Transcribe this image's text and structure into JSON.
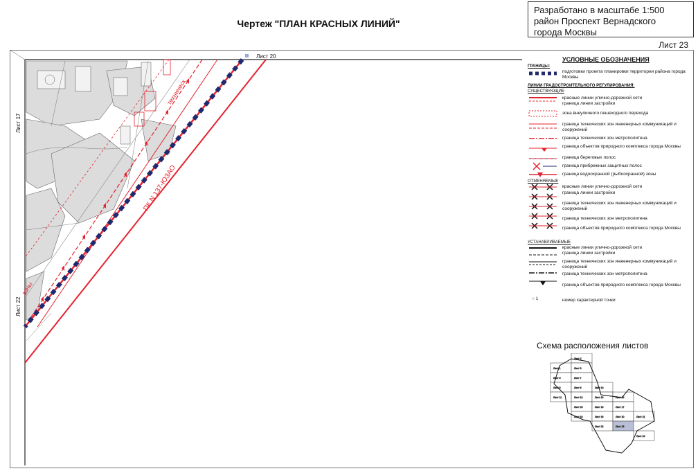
{
  "header": {
    "title": "Чертеж \"ПЛАН КРАСНЫХ ЛИНИЙ\"",
    "stamp_line1": "Разработано в масштабе 1:500",
    "stamp_line2": "район Проспект Вернадского",
    "stamp_line3": "города Москвы",
    "sheet": "Лист 23"
  },
  "map": {
    "neighbor_top": "Лист 20",
    "neighbor_left_top": "Лист 17",
    "neighbor_left_bottom": "Лист 22",
    "pk_label": "ПК N 137-ЮЗАО",
    "tech_label": "техническ",
    "zone_label": "зоны"
  },
  "legend": {
    "title": "УСЛОВНЫЕ ОБОЗНАЧЕНИЯ",
    "boundaries_heading": "ГРАНИЦЫ:",
    "boundary_item": "подготовки проекта планировки территории района города Москвы",
    "lines_heading": "ЛИНИИ ГРАДОСТРОИТЕЛЬНОГО РЕГУЛИРОВАНИЯ:",
    "existing_heading": "СУЩЕСТВУЮЩИЕ",
    "existing": [
      "красные линии улично-дорожной сети",
      "граница линии застройки",
      "зона внеуличного пешеходного перехода",
      "граница технических зон инженерных коммуникаций и сооружений",
      "граница технических зон метрополитена",
      "граница объектов природного комплекса города Москвы",
      "граница береговых полос",
      "граница прибрежных защитных полос",
      "граница водоохранной (рыбоохранной) зоны"
    ],
    "cancelled_heading": "ОТМЕНЯЕМЫЕ",
    "cancelled": [
      "красные линии улично-дорожной сети",
      "граница линии застройки",
      "граница технических зон инженерных коммуникаций и сооружений",
      "граница технических зон метрополитена",
      "граница объектов природного комплекса города Москвы"
    ],
    "established_heading": "УСТАНАВЛИВАЕМЫЕ",
    "established": [
      "красные линии улично-дорожной сети",
      "граница линии застройки",
      "граница технических зон инженерных коммуникаций и сооружений",
      "граница технических зон метрополитена",
      "граница объектов природного комплекса города Москвы"
    ],
    "point_symbol": "○ 1",
    "point_item": "номер характерной точки"
  },
  "scheme": {
    "title": "Схема расположения листов",
    "sheets": [
      "Лист 2",
      "Лист 1",
      "Лист 3",
      "Лист 6",
      "Лист 7",
      "Лист 8",
      "Лист 9",
      "Лист 10",
      "Лист 11",
      "Лист 12",
      "Лист 13",
      "Лист 14",
      "Лист 15",
      "Лист 16",
      "Лист 17",
      "Лист 18",
      "Лист 19",
      "Лист 20",
      "Лист 21",
      "Лист 22",
      "Лист 23",
      "Лист 24"
    ],
    "current": "Лист 23"
  },
  "colors": {
    "red_line": "#e4222d",
    "navy_boundary": "#1f2a6e",
    "road_gray": "#d6d6d6"
  }
}
